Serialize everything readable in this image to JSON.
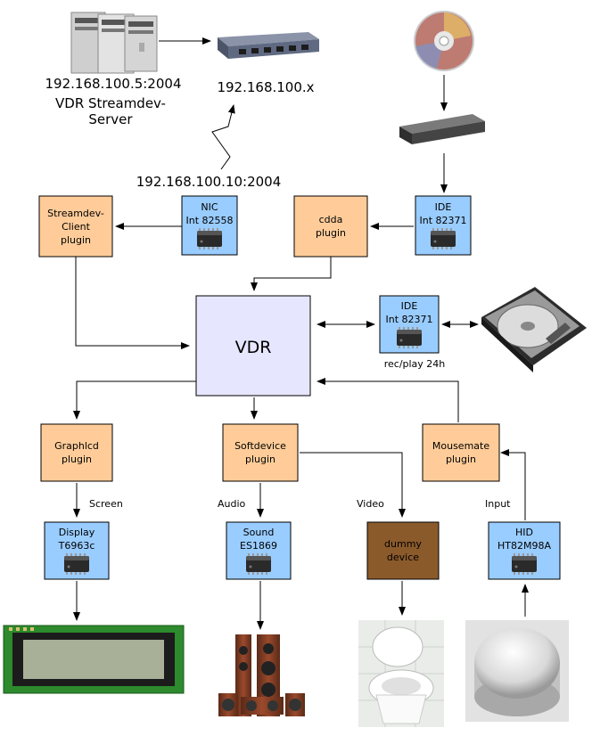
{
  "labels": {
    "server_ip": "192.168.100.5:2004",
    "server_name_1": "VDR Streamdev-",
    "server_name_2": "Server",
    "network": "192.168.100.x",
    "client_ip": "192.168.100.10:2004",
    "recplay": "rec/play 24h",
    "screen": "Screen",
    "audio": "Audio",
    "video": "Video",
    "input": "Input"
  },
  "boxes": {
    "streamdev_client": [
      "Streamdev-",
      "Client",
      "plugin"
    ],
    "nic": [
      "NIC",
      "Int 82558"
    ],
    "cdda": [
      "cdda",
      "plugin"
    ],
    "ide_top": [
      "IDE",
      "Int 82371"
    ],
    "vdr": "VDR",
    "ide_mid": [
      "IDE",
      "Int 82371"
    ],
    "graphlcd": [
      "Graphlcd",
      "plugin"
    ],
    "softdevice": [
      "Softdevice",
      "plugin"
    ],
    "mousemate": [
      "Mousemate",
      "plugin"
    ],
    "display": [
      "Display",
      "T6963c"
    ],
    "sound": [
      "Sound",
      "ES1869"
    ],
    "dummy": [
      "dummy",
      "device"
    ],
    "hid": [
      "HID",
      "HT82M98A"
    ]
  },
  "colors": {
    "plugin_fill": "#ffcc99",
    "chip_box_fill": "#99ccff",
    "vdr_fill": "#e6e6ff",
    "dummy_fill": "#8b5a2b",
    "stroke": "#000000"
  },
  "icons": [
    "server-icon",
    "network-switch-icon",
    "cd-disc-icon",
    "cdrom-drive-icon",
    "chip-icon",
    "hard-disk-icon",
    "lcd-display-icon",
    "speakers-icon",
    "toilet-icon",
    "round-button-icon"
  ]
}
